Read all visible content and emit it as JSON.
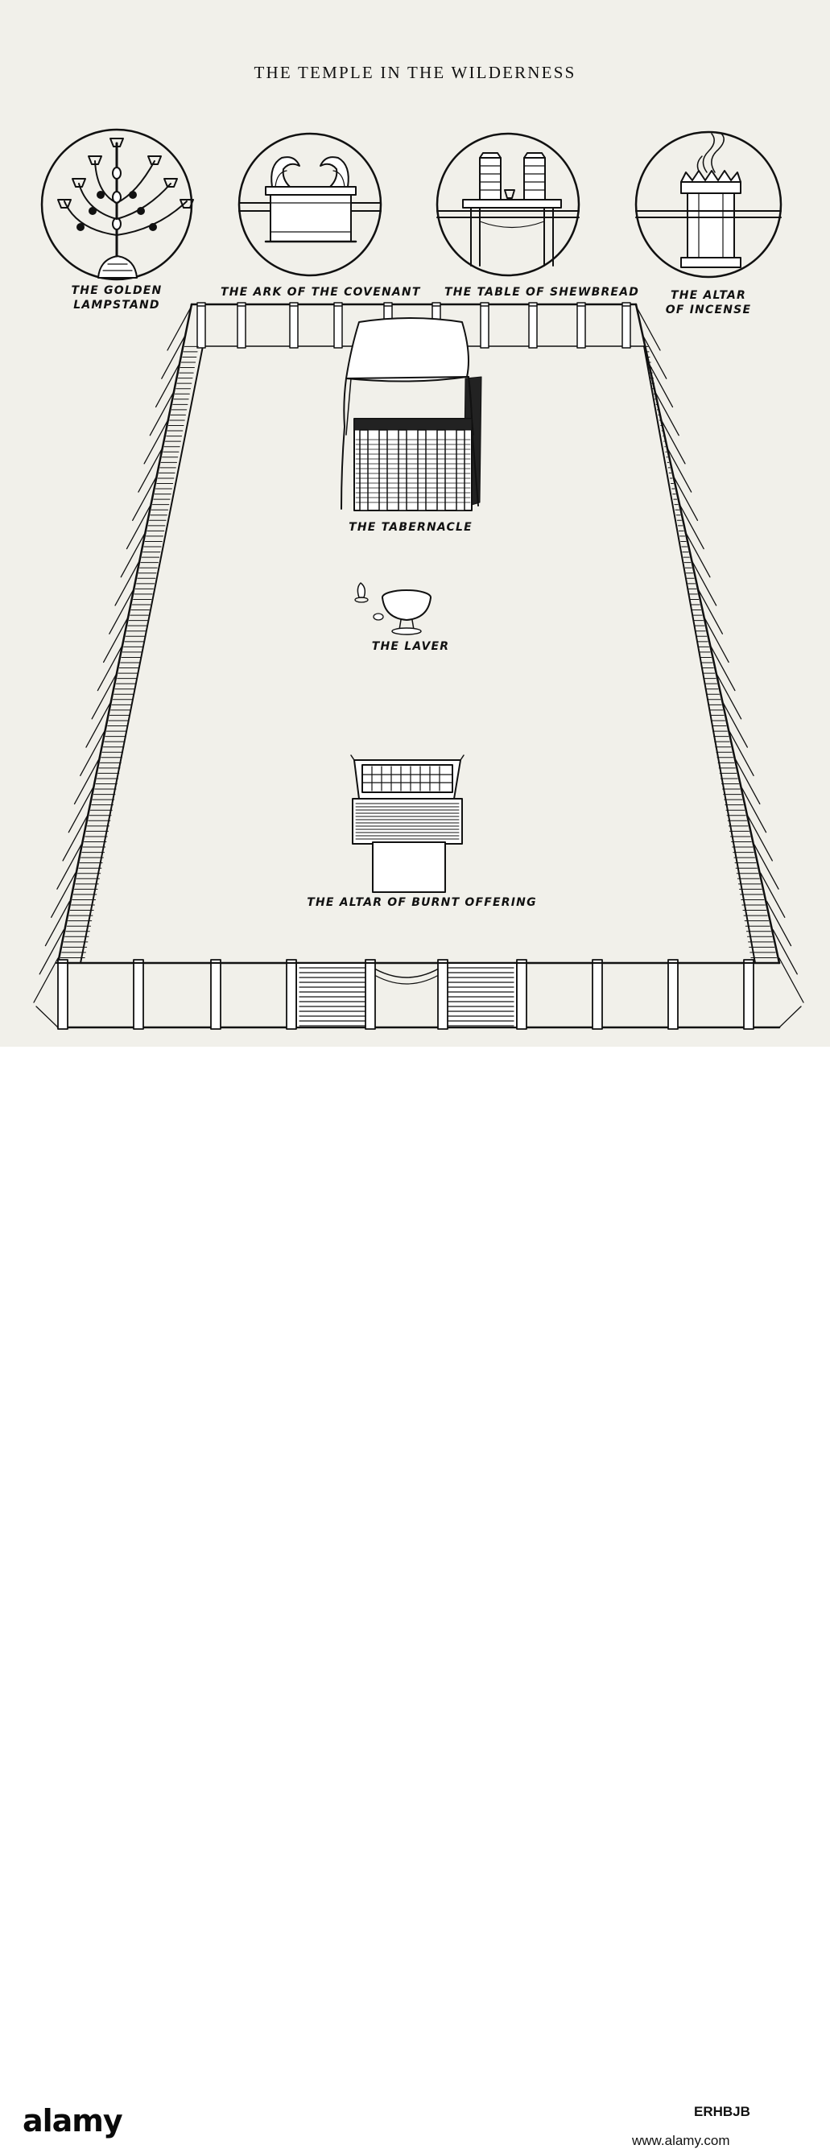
{
  "title": "THE TEMPLE IN THE WILDERNESS",
  "labels": {
    "lampstand_1": "THE GOLDEN",
    "lampstand_2": "LAMPSTAND",
    "ark": "THE ARK OF THE COVENANT",
    "table": "THE TABLE OF SHEWBREAD",
    "incense_1": "THE ALTAR",
    "incense_2": "OF INCENSE",
    "tabernacle": "THE TABERNACLE",
    "laver": "THE LAVER",
    "altar": "THE ALTAR OF BURNT OFFERING"
  },
  "footer": {
    "logo": "alamy",
    "image_id": "ERHBJB",
    "url": "www.alamy.com"
  },
  "colors": {
    "paper": "#f1f0ea",
    "ink": "#111111",
    "footer": "#ffffff"
  }
}
